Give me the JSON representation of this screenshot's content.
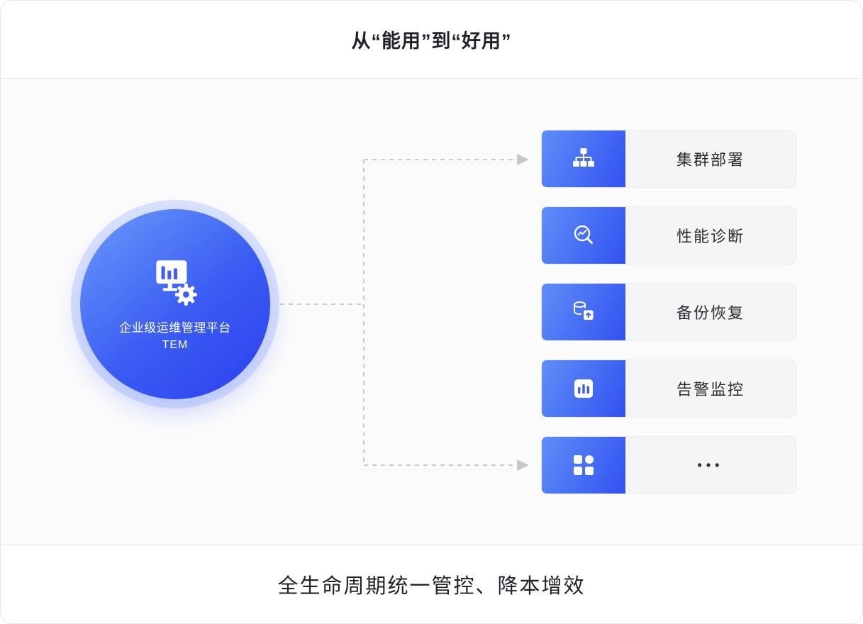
{
  "header": {
    "title": "从“能用”到“好用”"
  },
  "hub": {
    "title": "企业级运维管理平台",
    "subtitle": "TEM",
    "icon": "ops-monitor-gear-icon"
  },
  "features": [
    {
      "label": "集群部署",
      "icon": "cluster-topology-icon"
    },
    {
      "label": "性能诊断",
      "icon": "performance-magnifier-icon"
    },
    {
      "label": "备份恢复",
      "icon": "backup-database-icon"
    },
    {
      "label": "告警监控",
      "icon": "alert-bar-chart-icon"
    },
    {
      "label": "•••",
      "icon": "more-apps-grid-icon"
    }
  ],
  "footer": {
    "text": "全生命周期统一管控、降本增效"
  },
  "colors": {
    "accent_gradient_start": "#6b9bfa",
    "accent_gradient_end": "#2c40ee",
    "card_background": "#f4f5f7",
    "connector_gray": "#c8cbd1",
    "text_dark": "#1f2329"
  }
}
